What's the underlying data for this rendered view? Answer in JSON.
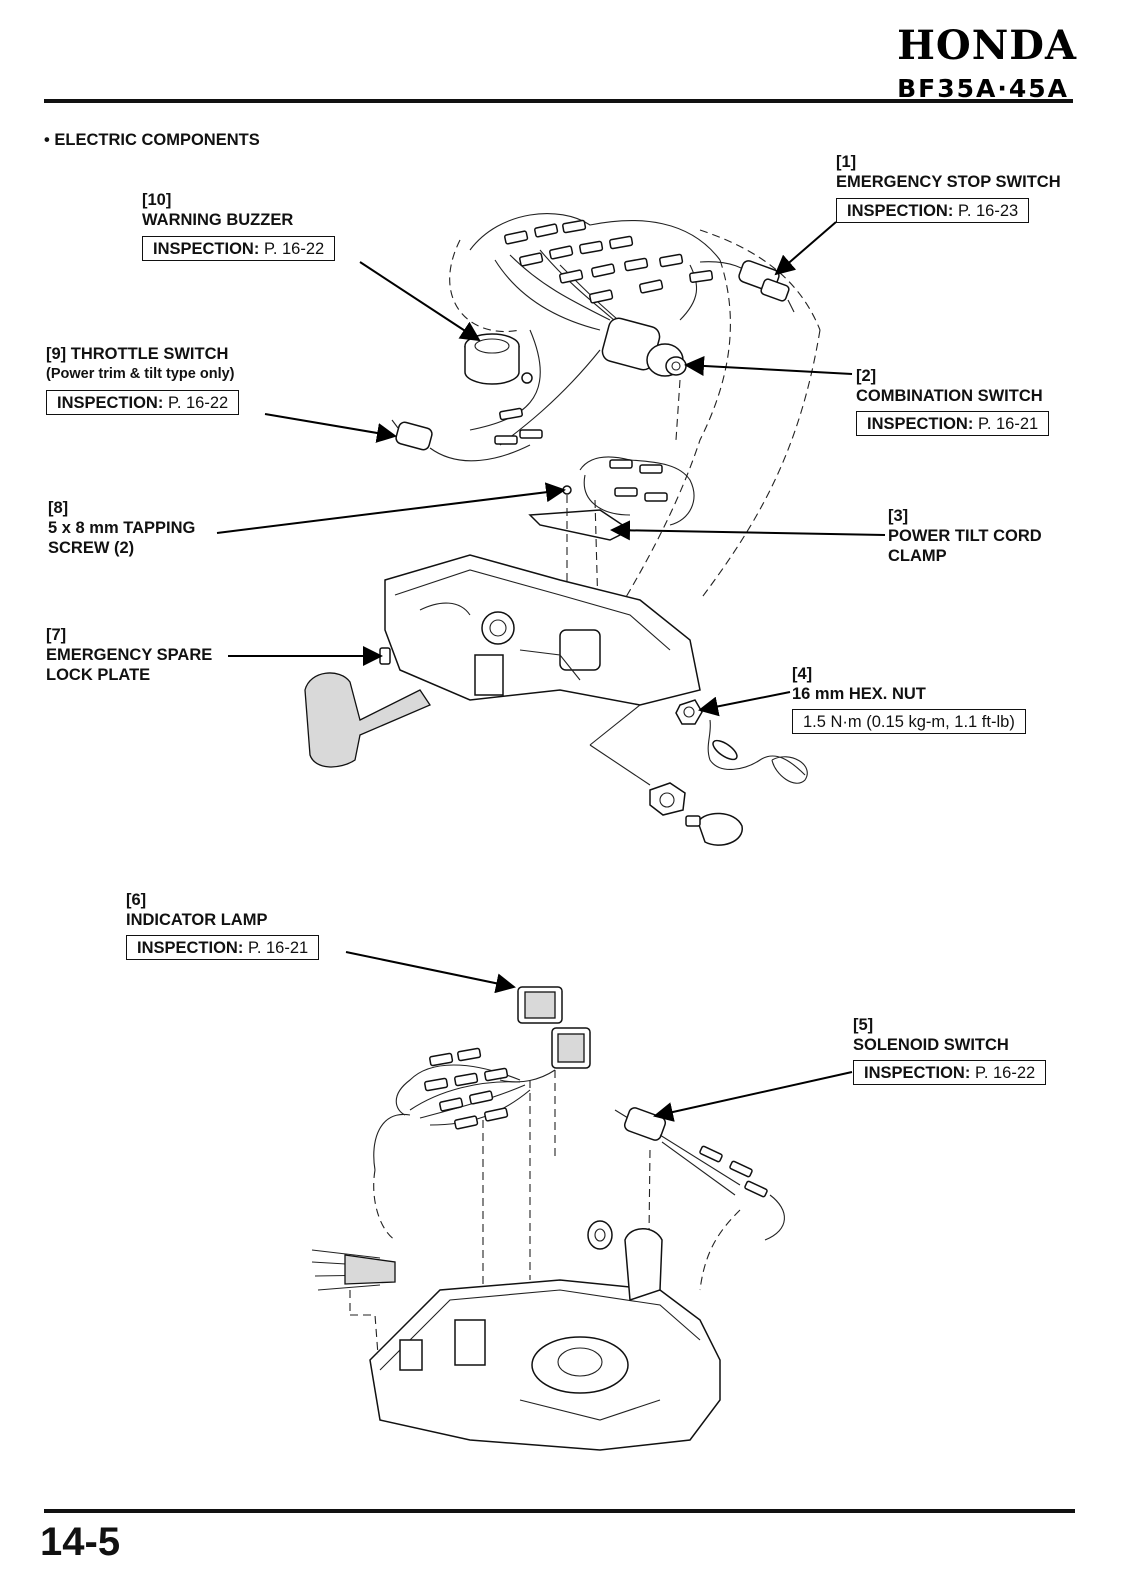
{
  "header": {
    "brand": "HONDA",
    "model": "BF35A·45A"
  },
  "section_title": "• ELECTRIC COMPONENTS",
  "inspection_word": "INSPECTION:",
  "callouts": {
    "c1": {
      "num": "[1]",
      "name": "EMERGENCY STOP SWITCH",
      "ref": "P. 16-23"
    },
    "c2": {
      "num": "[2]",
      "name": "COMBINATION SWITCH",
      "ref": "P. 16-21"
    },
    "c3": {
      "num": "[3]",
      "name1": "POWER TILT CORD",
      "name2": "CLAMP"
    },
    "c4": {
      "num": "[4]",
      "name": "16 mm HEX. NUT",
      "torque": "1.5 N·m (0.15 kg-m, 1.1 ft-lb)"
    },
    "c5": {
      "num": "[5]",
      "name": "SOLENOID SWITCH",
      "ref": "P. 16-22"
    },
    "c6": {
      "num": "[6]",
      "name": "INDICATOR LAMP",
      "ref": "P. 16-21"
    },
    "c7": {
      "num": "[7]",
      "name1": "EMERGENCY SPARE",
      "name2": "LOCK PLATE"
    },
    "c8": {
      "num": "[8]",
      "name1": "5 x 8 mm TAPPING",
      "name2": "SCREW (2)"
    },
    "c9": {
      "num": "[9] THROTTLE SWITCH",
      "note": "(Power trim & tilt type only)",
      "ref": "P. 16-22"
    },
    "c10": {
      "num": "[10]",
      "name": "WARNING BUZZER",
      "ref": "P. 16-22"
    }
  },
  "page_number": "14-5"
}
